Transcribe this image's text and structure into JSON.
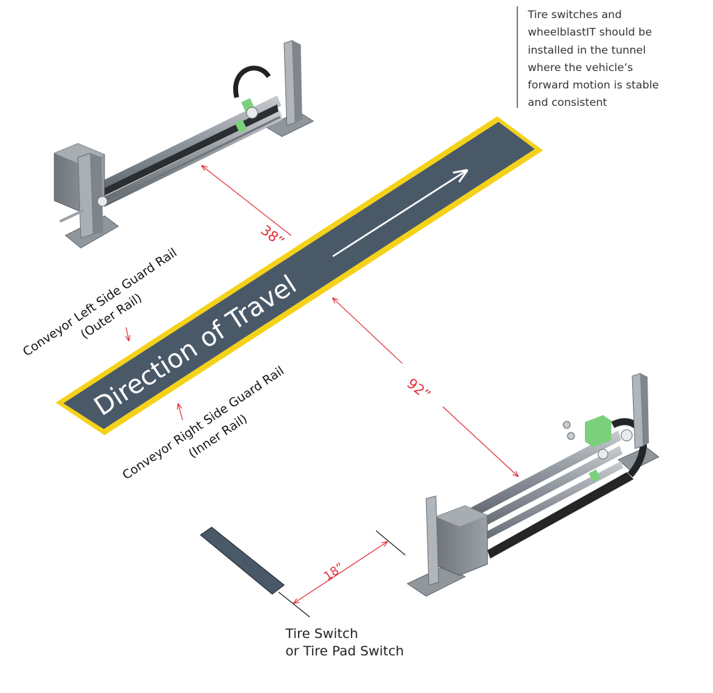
{
  "note": {
    "lines": [
      "Tire switches and",
      "wheelblastIT should be",
      "installed in the tunnel",
      "where the vehicle’s",
      "forward motion is stable",
      "and consistent"
    ]
  },
  "road": {
    "label": "Direction of Travel"
  },
  "dimensions": {
    "outer_gap": "38”",
    "inner_gap": "92”",
    "switch_gap": "18”"
  },
  "rails": {
    "left": {
      "line1": "Conveyor Left Side Guard Rail",
      "line2": "(Outer Rail)"
    },
    "right": {
      "line1": "Conveyor Right Side Guard Rail",
      "line2": "(Inner Rail)"
    }
  },
  "tire_switch": {
    "line1": "Tire Switch",
    "line2": "or Tire Pad Switch"
  },
  "colors": {
    "road": "#4a5968",
    "road_edge": "#f4d21b",
    "dimension": "#e0313a",
    "pad": "#4a5968",
    "rail_metal": "#9aa1a8",
    "guide_block": "#7cd07c"
  }
}
